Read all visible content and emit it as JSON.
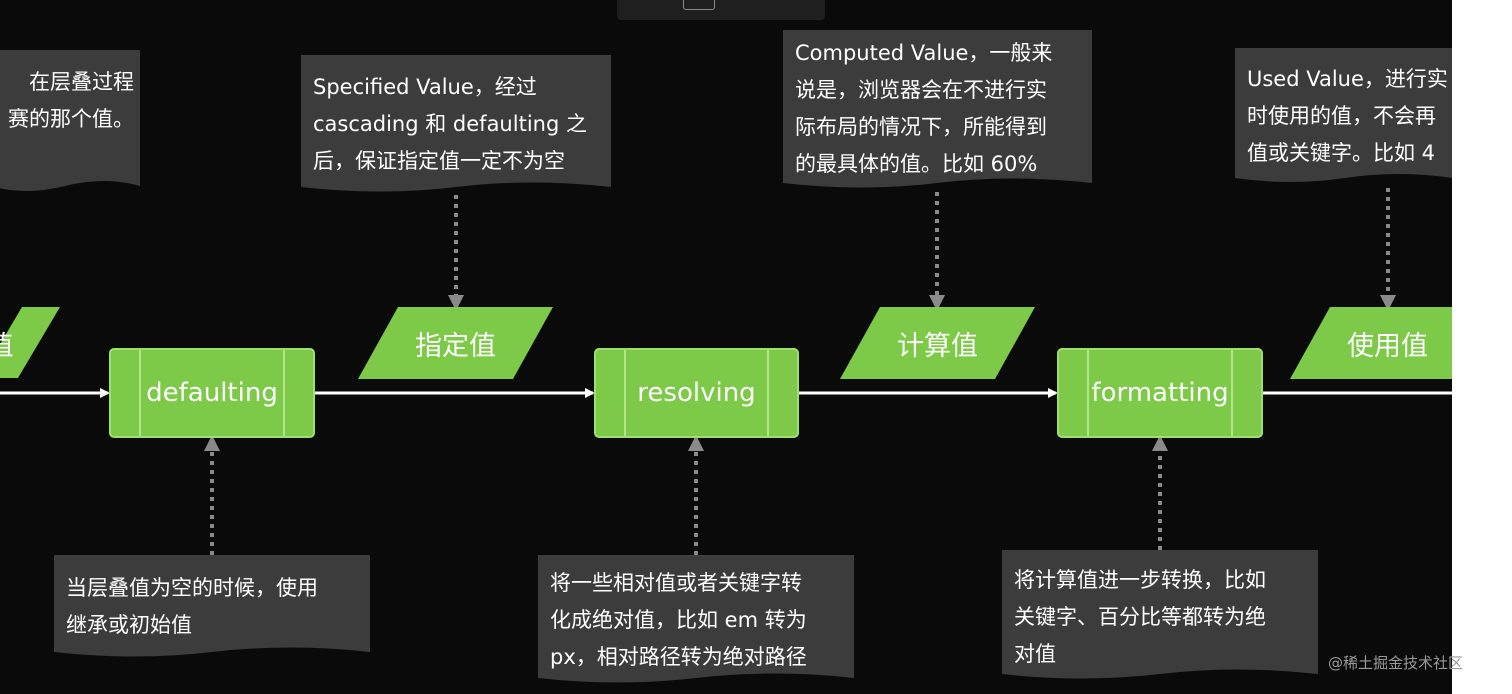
{
  "colors": {
    "background": "#0a0a0a",
    "node_fill": "#7dc948",
    "node_stroke": "#9ee06e",
    "note_fill": "#3c3c3c",
    "arrow": "#ffffff",
    "dotted": "#8a8a8a"
  },
  "processes": {
    "defaulting": "defaulting",
    "resolving": "resolving",
    "formatting": "formatting"
  },
  "values": {
    "cascaded_partial": "值",
    "specified": "指定值",
    "computed": "计算值",
    "used": "使用值"
  },
  "notes": {
    "cascaded": "在层叠过程\n赛的那个值。",
    "specified": "Specified Value，经过\ncascading 和 defaulting 之\n后，保证指定值一定不为空",
    "computed": "Computed Value，一般来\n说是，浏览器会在不进行实\n际布局的情况下，所能得到\n的最具体的值。比如 60%",
    "used": "Used Value，进行实\n时使用的值，不会再\n值或关键字。比如 4",
    "defaulting": "当层叠值为空的时候，使用\n继承或初始值",
    "resolving": "将一些相对值或者关键字转\n化成绝对值，比如 em 转为\npx，相对路径转为绝对路径",
    "formatting": "将计算值进一步转换，比如\n关键字、百分比等都转为绝\n对值"
  },
  "watermark": "@稀土掘金技术社区"
}
